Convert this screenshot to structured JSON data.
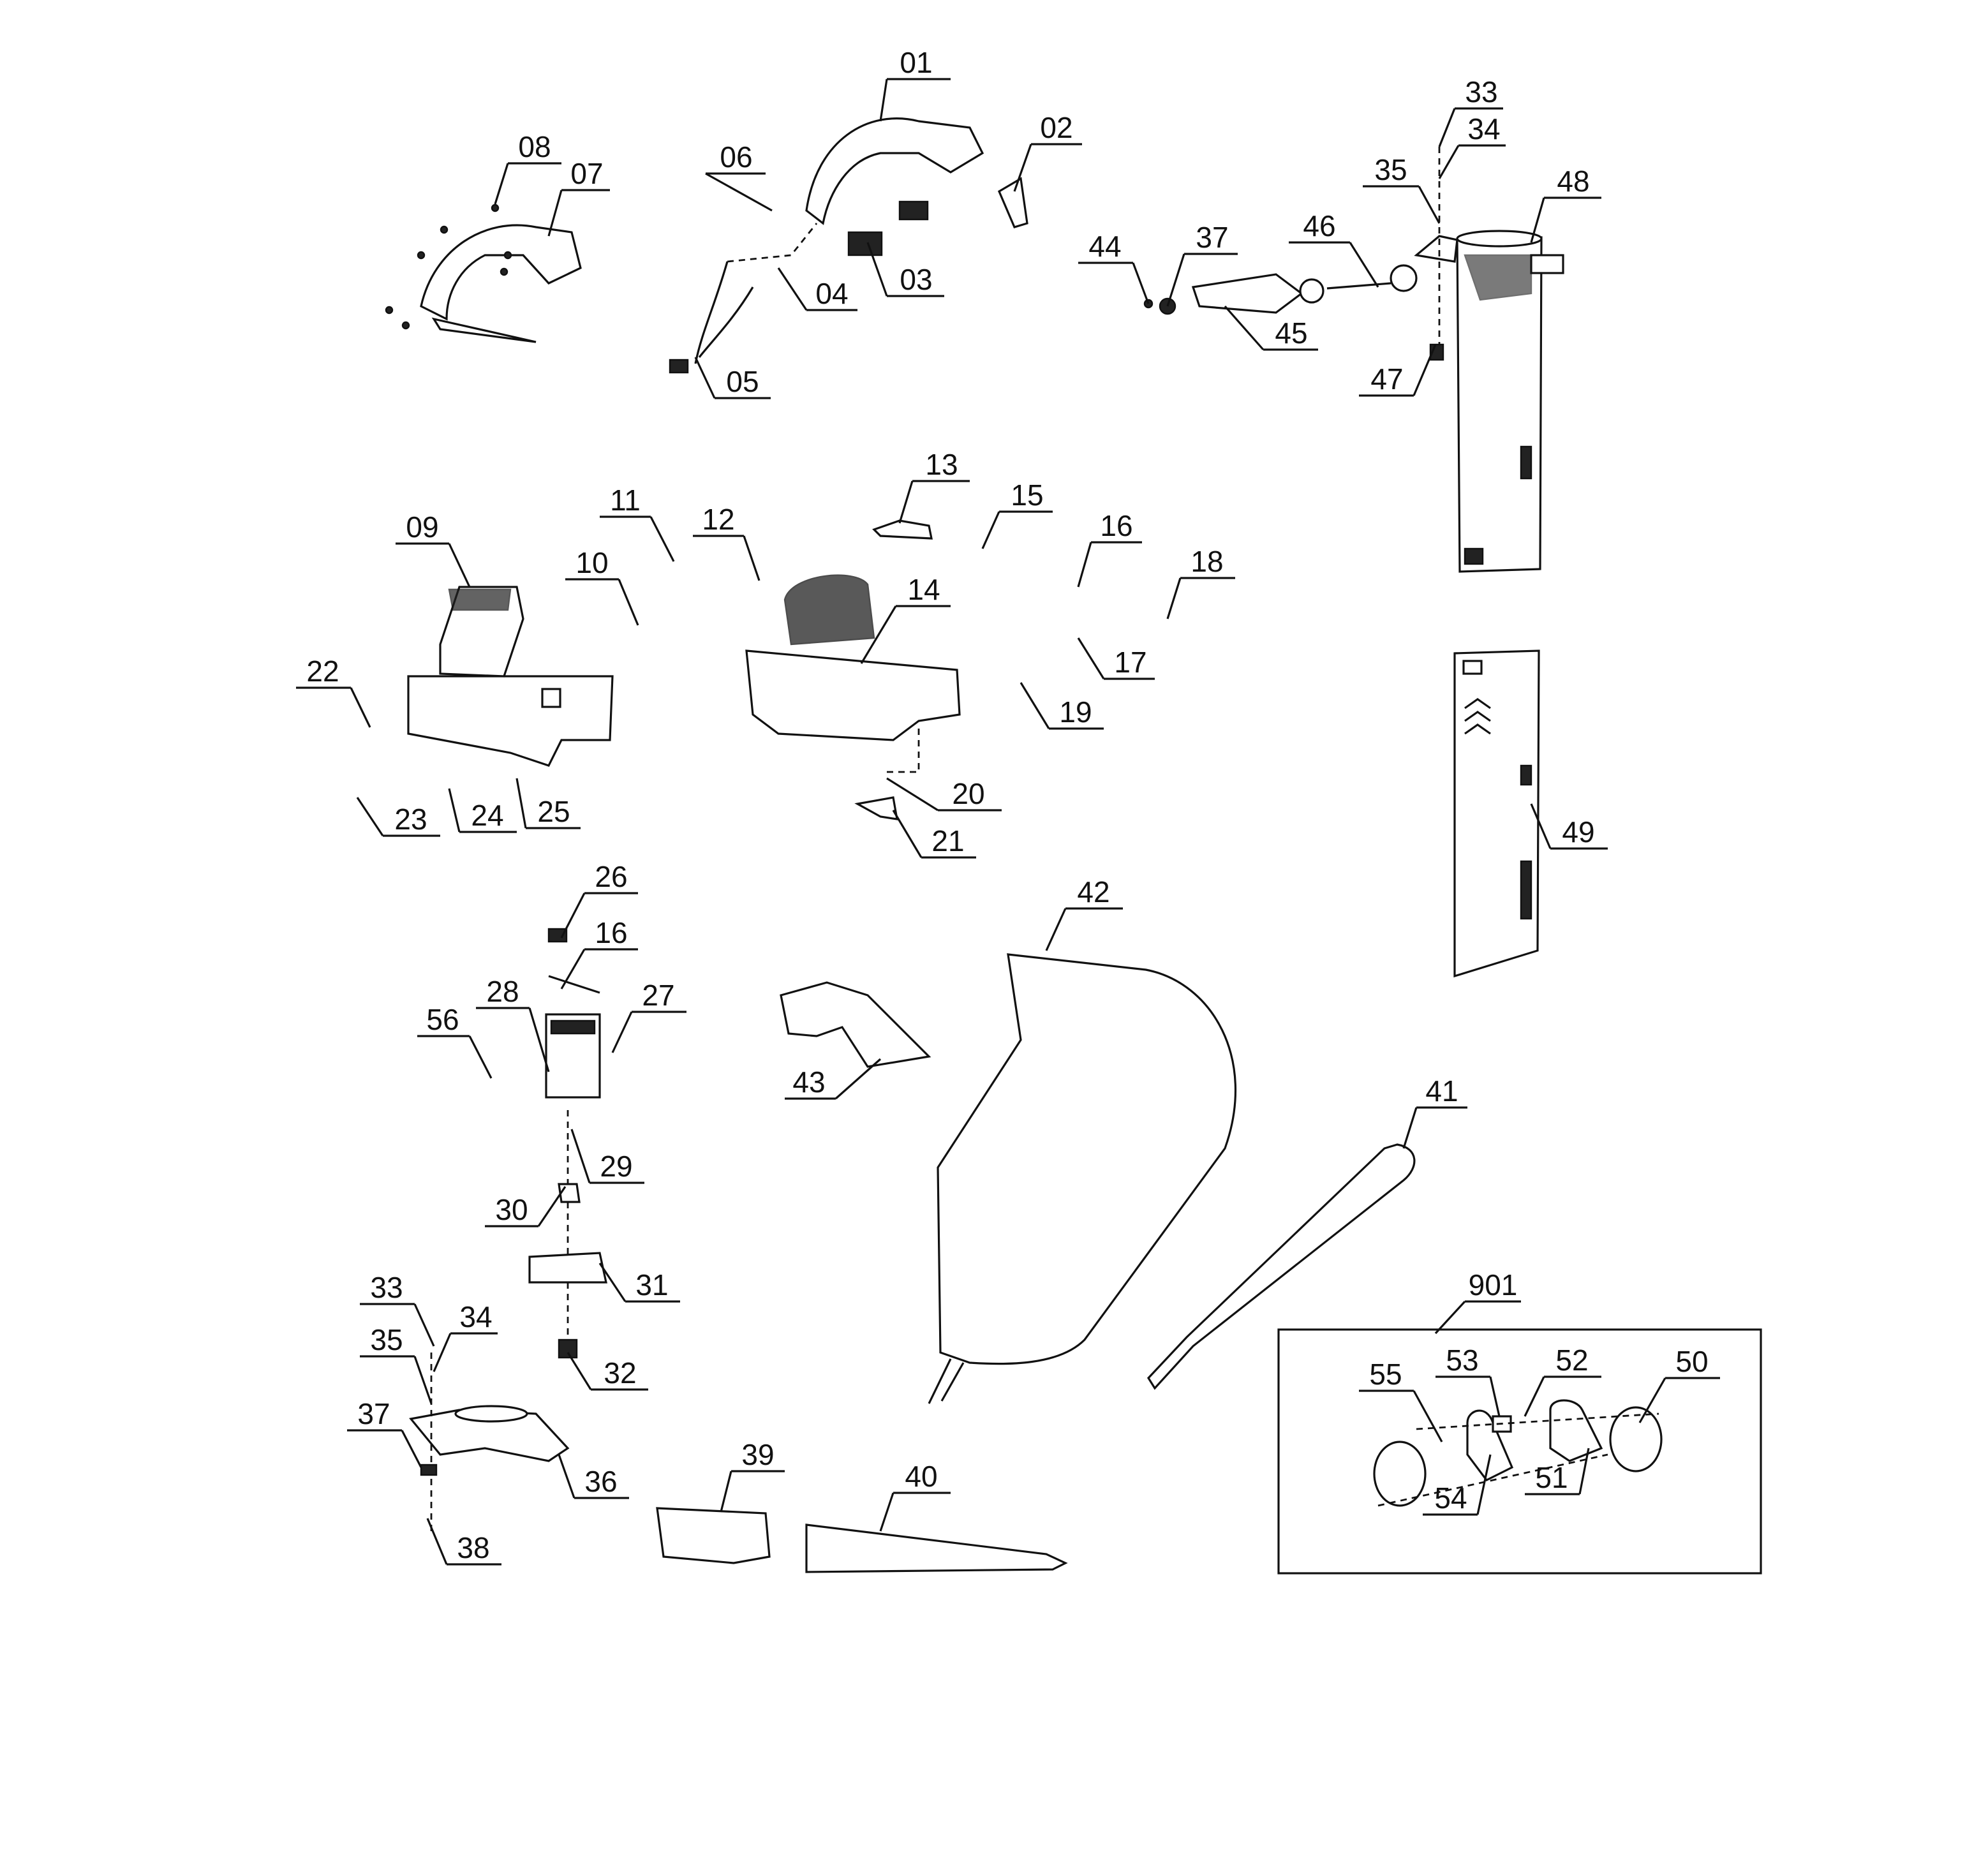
{
  "diagram": {
    "type": "exploded parts diagram",
    "callouts": [
      "01",
      "02",
      "06",
      "08",
      "07",
      "04",
      "03",
      "05",
      "33",
      "34",
      "35",
      "48",
      "44",
      "37",
      "46",
      "45",
      "47",
      "13",
      "15",
      "11",
      "12",
      "09",
      "16",
      "18",
      "10",
      "14",
      "17",
      "22",
      "19",
      "20",
      "21",
      "23",
      "24",
      "25",
      "26",
      "16",
      "28",
      "27",
      "56",
      "43",
      "29",
      "30",
      "31",
      "33",
      "34",
      "35",
      "32",
      "37",
      "36",
      "38",
      "39",
      "40",
      "42",
      "41",
      "49",
      "901",
      "55",
      "53",
      "52",
      "50",
      "54",
      "51"
    ],
    "assembly_box_label": "901"
  }
}
